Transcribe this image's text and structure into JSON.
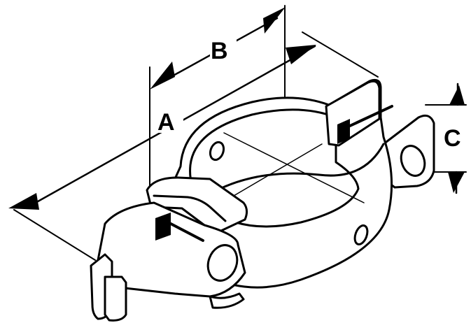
{
  "figure": {
    "dimension_labels": {
      "a": "A",
      "b": "B",
      "c": "C"
    },
    "colors": {
      "ink": "#000000",
      "paper": "#ffffff"
    }
  }
}
